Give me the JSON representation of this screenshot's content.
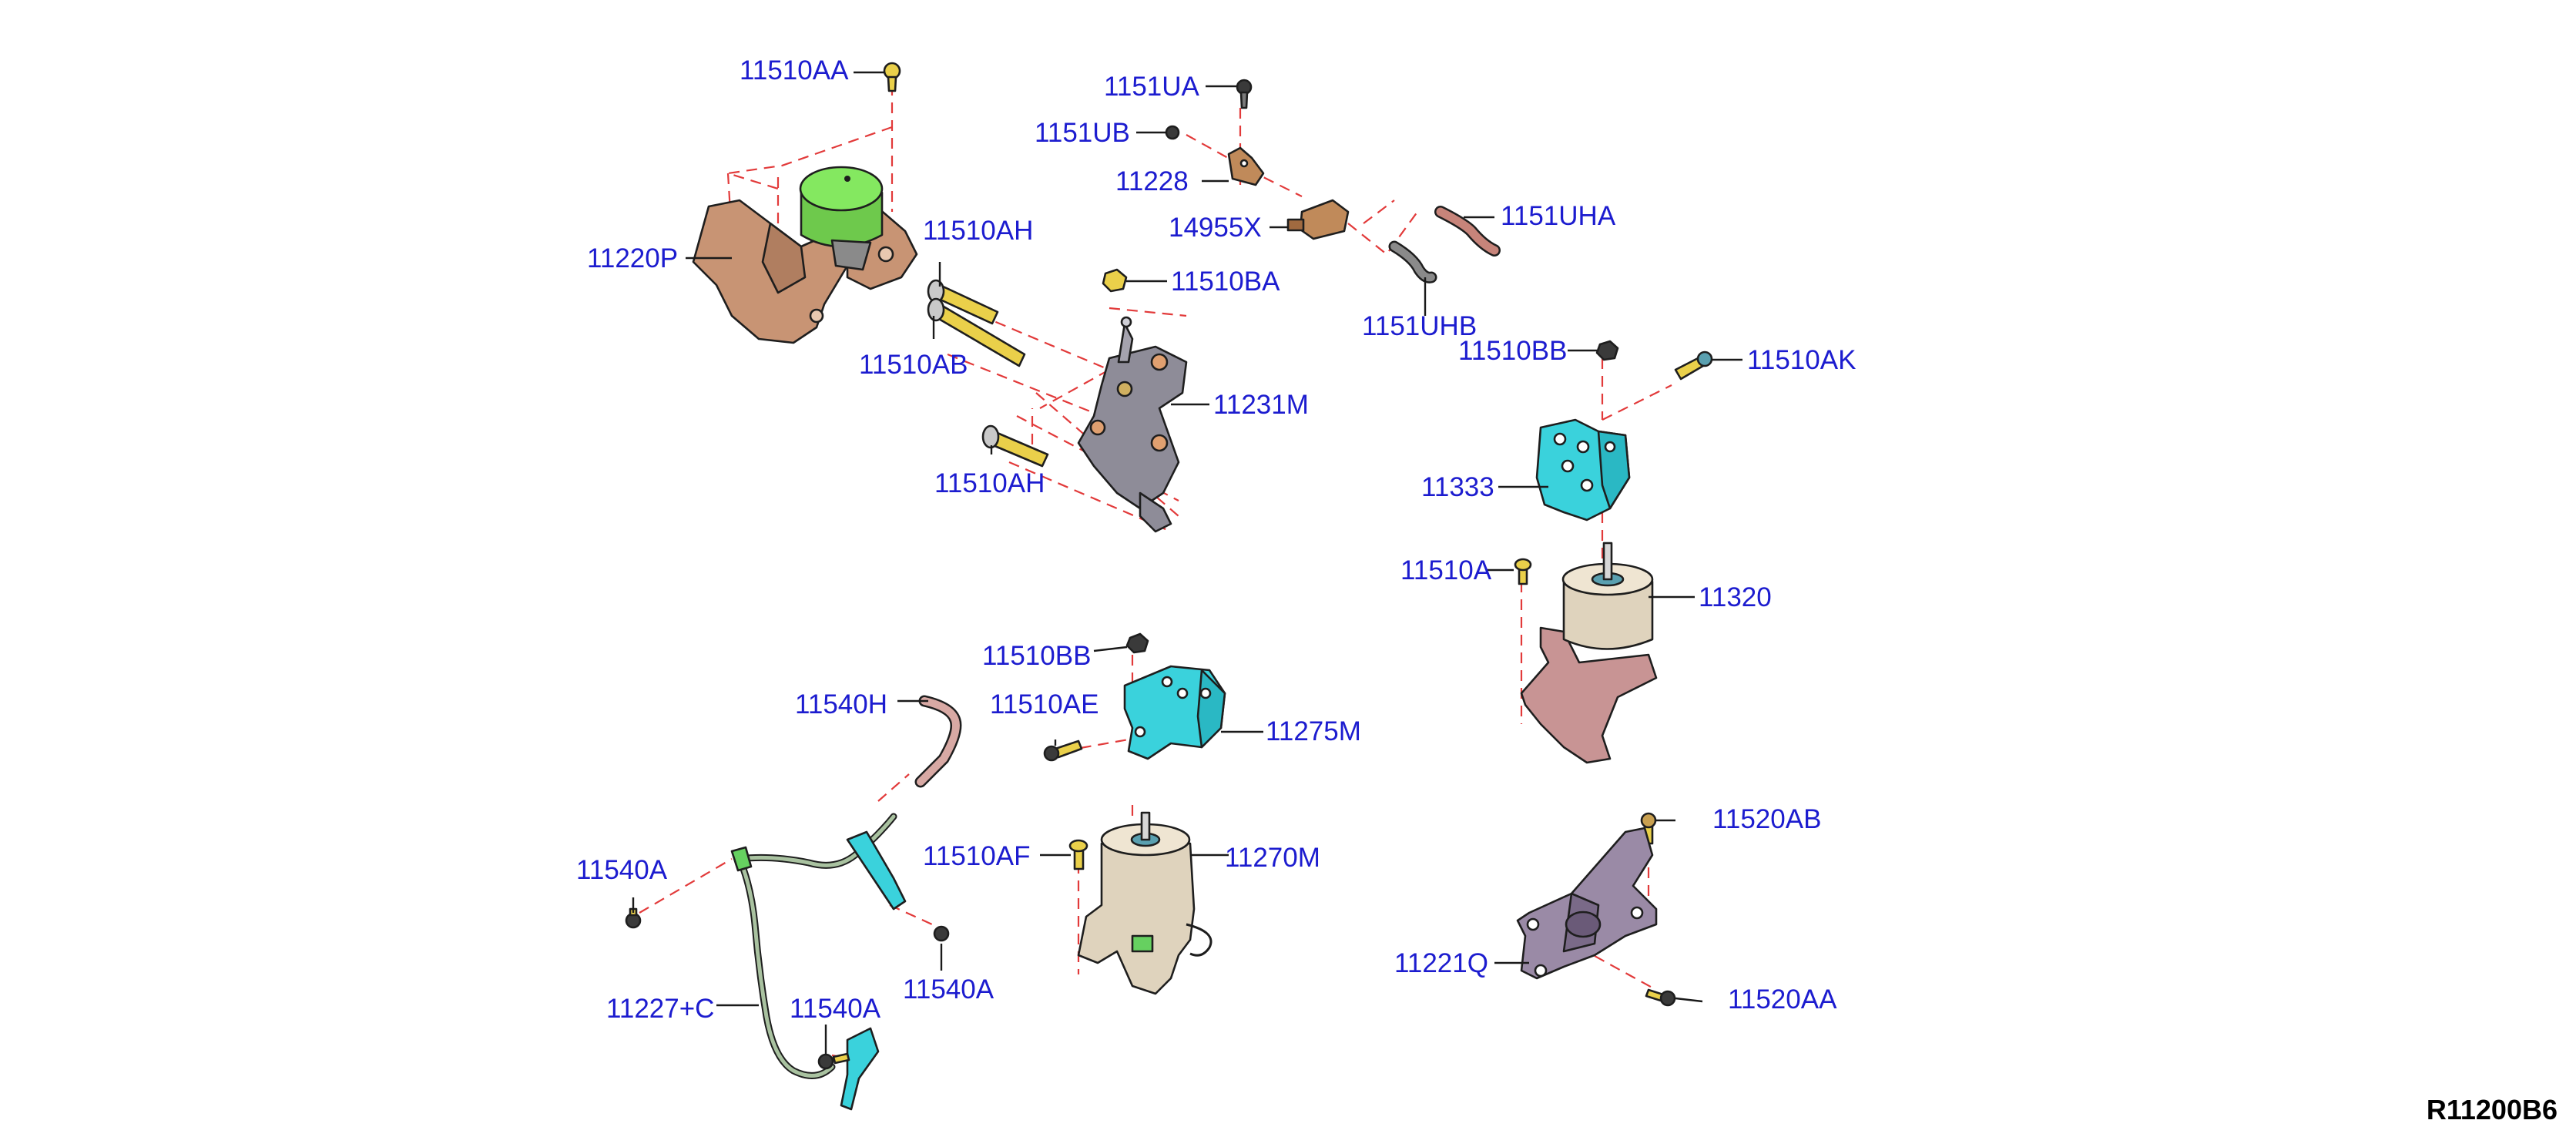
{
  "colors": {
    "label": "#1c1ccf",
    "dash": "#e23a3a",
    "bracket_brown": "#c89474",
    "mount_green": "#7fe25a",
    "bracket_gray": "#8e8c98",
    "bracket_cyan": "#3ad2dc",
    "mount_tan": "#dfd3bd",
    "bolt_yellow": "#ead04a",
    "hose_pink": "#d8a9a4",
    "harness_green": "#a9c2a0",
    "bracket_purple": "#9a8aa6",
    "sensor_orange": "#c08a5a"
  },
  "reference": "R11200B6",
  "labels": {
    "l11510AA": "11510AA",
    "l11220P": "11220P",
    "l11510AH_top": "11510AH",
    "l11510AB": "11510AB",
    "l11510BA": "11510BA",
    "l11231M": "11231M",
    "l11510AH_bot": "11510AH",
    "l1151UA": "1151UA",
    "l1151UB": "1151UB",
    "l11228": "11228",
    "l14955X": "14955X",
    "l1151UHA": "1151UHA",
    "l1151UHB": "1151UHB",
    "l11510BB_r": "11510BB",
    "l11510AK": "11510AK",
    "l11333": "11333",
    "l11510A": "11510A",
    "l11320": "11320",
    "l11510BB_m": "11510BB",
    "l11510AE": "11510AE",
    "l11275M": "11275M",
    "l11540H": "11540H",
    "l11510AF": "11510AF",
    "l11270M": "11270M",
    "l11540A_l": "11540A",
    "l11540A_r": "11540A",
    "l11227C": "11227+C",
    "l11540A_b": "11540A",
    "l11520AB": "11520AB",
    "l11221Q": "11221Q",
    "l11520AA": "11520AA"
  }
}
